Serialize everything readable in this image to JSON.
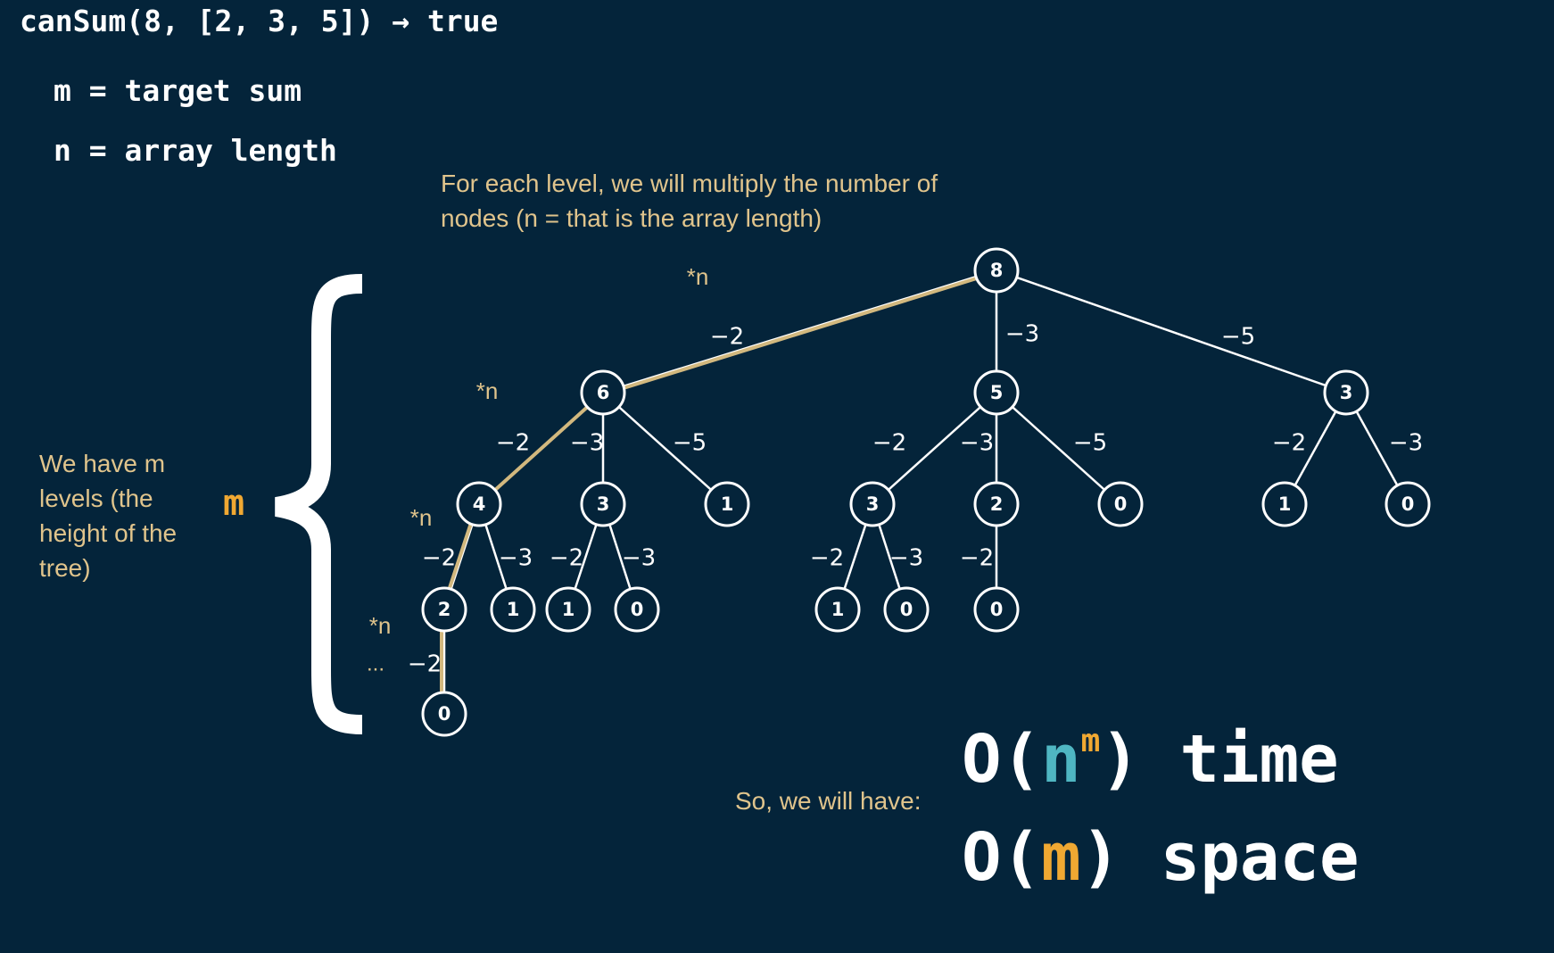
{
  "title": "canSum(8, [2, 3, 5]) → true",
  "definitions": {
    "m": "m = target sum",
    "n": "n = array length"
  },
  "note_multiply": "For each level, we will multiply the number of nodes (n = that is the array length)",
  "levels_note": "We have m levels (the height of the tree)",
  "brace_label": "m",
  "multiplier_label": "*n",
  "ellipsis": "...",
  "conclusion_intro": "So, we will have:",
  "complexity": {
    "time_prefix": "O(",
    "time_base": "n",
    "time_exponent": "m",
    "time_suffix": ") time",
    "space_prefix": "O(",
    "space_var": "m",
    "space_suffix": ") space"
  },
  "tree": {
    "nodes": [
      {
        "id": "n8",
        "value": "8"
      },
      {
        "id": "n6",
        "value": "6"
      },
      {
        "id": "n5",
        "value": "5"
      },
      {
        "id": "n3a",
        "value": "3"
      },
      {
        "id": "n4",
        "value": "4"
      },
      {
        "id": "n3b",
        "value": "3"
      },
      {
        "id": "n1a",
        "value": "1"
      },
      {
        "id": "n3c",
        "value": "3"
      },
      {
        "id": "n2a",
        "value": "2"
      },
      {
        "id": "n0a",
        "value": "0"
      },
      {
        "id": "n1b",
        "value": "1"
      },
      {
        "id": "n0b",
        "value": "0"
      },
      {
        "id": "n2b",
        "value": "2"
      },
      {
        "id": "n1c",
        "value": "1"
      },
      {
        "id": "n1d",
        "value": "1"
      },
      {
        "id": "n0c",
        "value": "0"
      },
      {
        "id": "n1e",
        "value": "1"
      },
      {
        "id": "n0d",
        "value": "0"
      },
      {
        "id": "n0e",
        "value": "0"
      },
      {
        "id": "n0f",
        "value": "0"
      }
    ],
    "edges": [
      {
        "from": "n8",
        "to": "n6",
        "label": "−2",
        "highlight": true
      },
      {
        "from": "n8",
        "to": "n5",
        "label": "−3"
      },
      {
        "from": "n8",
        "to": "n3a",
        "label": "−5"
      },
      {
        "from": "n6",
        "to": "n4",
        "label": "−2",
        "highlight": true
      },
      {
        "from": "n6",
        "to": "n3b",
        "label": "−3"
      },
      {
        "from": "n6",
        "to": "n1a",
        "label": "−5"
      },
      {
        "from": "n5",
        "to": "n3c",
        "label": "−2"
      },
      {
        "from": "n5",
        "to": "n2a",
        "label": "−3"
      },
      {
        "from": "n5",
        "to": "n0a",
        "label": "−5"
      },
      {
        "from": "n3a",
        "to": "n1b",
        "label": "−2"
      },
      {
        "from": "n3a",
        "to": "n0b",
        "label": "−3"
      },
      {
        "from": "n4",
        "to": "n2b",
        "label": "−2",
        "highlight": true
      },
      {
        "from": "n4",
        "to": "n1c",
        "label": "−3"
      },
      {
        "from": "n3b",
        "to": "n1d",
        "label": "−2"
      },
      {
        "from": "n3b",
        "to": "n0c",
        "label": "−3"
      },
      {
        "from": "n3c",
        "to": "n1e",
        "label": "−2"
      },
      {
        "from": "n3c",
        "to": "n0d",
        "label": "−3"
      },
      {
        "from": "n2a",
        "to": "n0e",
        "label": "−2"
      },
      {
        "from": "n2b",
        "to": "n0f",
        "label": "−2",
        "highlight": true
      }
    ]
  },
  "colors": {
    "background": "#04243a",
    "text": "#ffffff",
    "annotation": "#e0c48c",
    "highlight_path": "#d2b87e",
    "accent_orange": "#f0a832",
    "accent_teal": "#4fb6c2"
  }
}
